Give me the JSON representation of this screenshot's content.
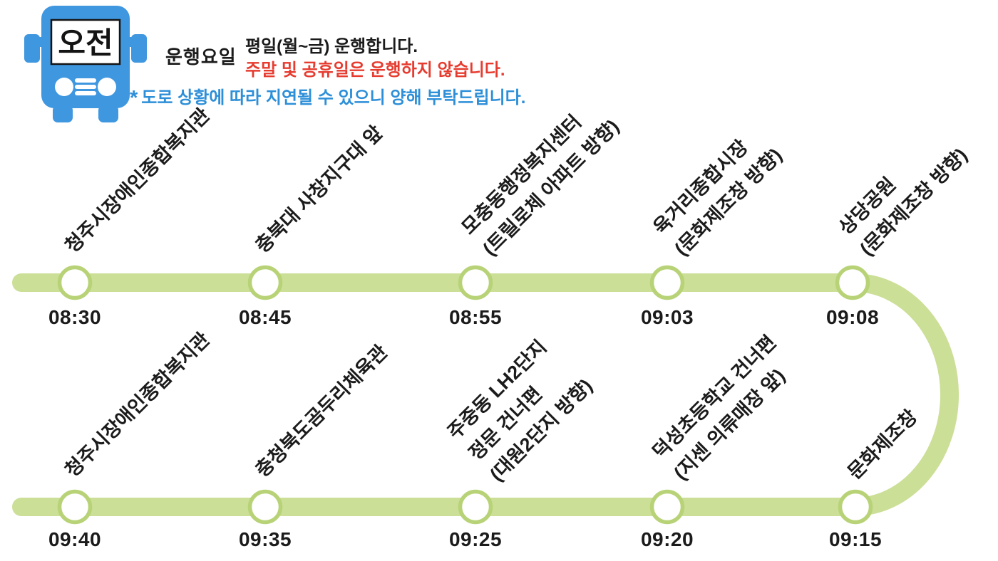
{
  "header": {
    "bus_badge": "오전",
    "schedule_label": "운행요일",
    "weekday_notice": "평일(월~금) 운행합니다.",
    "holiday_notice": "주말 및 공휴일은 운행하지 않습니다.",
    "delay_note_marker": "*",
    "delay_note": "도로 상황에 따라 지연될 수 있으니 양해 부탁드립니다."
  },
  "colors": {
    "bus_blue": "#3f97e0",
    "route_green": "#cbdf97",
    "stop_ring_green": "#b8d377",
    "alert_red": "#e63c30",
    "note_blue": "#2d8fd8",
    "text_black": "#1b1b1b"
  },
  "route": {
    "direction": "top row left→right, U-turn, bottom row right→left",
    "top_stops": [
      {
        "name_lines": [
          "청주시장애인종합복지관"
        ],
        "time": "08:30"
      },
      {
        "name_lines": [
          "충북대 사창지구대 앞"
        ],
        "time": "08:45"
      },
      {
        "name_lines": [
          "모충동행정복지센터",
          "(트릴로체 아파트 방향)"
        ],
        "time": "08:55"
      },
      {
        "name_lines": [
          "육거리종합시장",
          "(문화제조창 방향)"
        ],
        "time": "09:03"
      },
      {
        "name_lines": [
          "상당공원",
          "(문화제조창 방향)"
        ],
        "time": "09:08"
      }
    ],
    "bottom_stops": [
      {
        "name_lines": [
          "청주시장애인종합복지관"
        ],
        "time": "09:40"
      },
      {
        "name_lines": [
          "충청북도곰두리체육관"
        ],
        "time": "09:35"
      },
      {
        "name_lines": [
          "주중동 LH2단지",
          "정문 건너편",
          "(대원2단지 방향)"
        ],
        "time": "09:25"
      },
      {
        "name_lines": [
          "덕성초등학교 건너편",
          "(지센 의류매장 앞)"
        ],
        "time": "09:20"
      },
      {
        "name_lines": [
          "문화제조창"
        ],
        "time": "09:15"
      }
    ]
  }
}
